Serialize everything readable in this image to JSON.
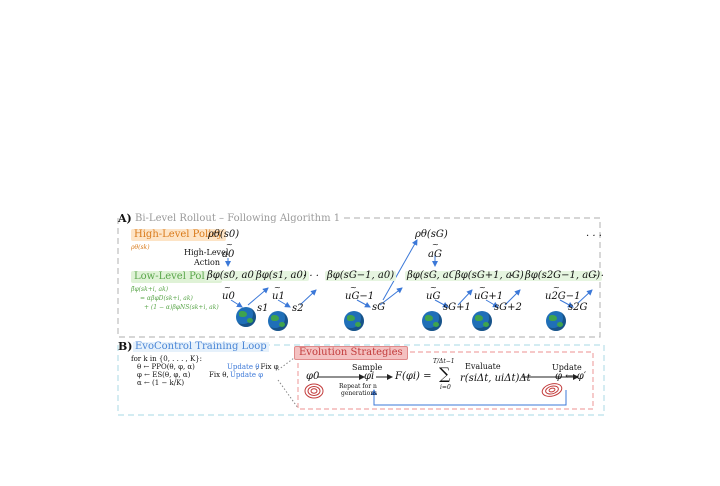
{
  "panelA": {
    "label": "A)",
    "title": "Bi-Level Rollout – Following Algorithm 1",
    "high_level_policy": "High-Level Policy",
    "high_level_action": "High-Level",
    "high_level_action2": "Action",
    "low_level_policy": "Low-Level Policy",
    "rho_s0": "ρθ(s0)",
    "rho_sG": "ρθ(sG)",
    "rho_sk": "ρθ(sk)",
    "a0": "a0",
    "aG": "aG",
    "beta_eq1": "β̃φ(sk+i, ak)",
    "beta_eq2": "= αβφD(sk+i, ak)",
    "beta_eq3": "+ (1 − α)βφNS(sk+i, ak)",
    "betas": [
      "βφ(s0, a0)",
      "βφ(s1, a0)",
      "βφ(sG−1, a0)",
      "βφ(sG, aG)",
      "βφ(sG+1, aG)",
      "βφ(s2G−1, aG)"
    ],
    "us": [
      "u0",
      "u1",
      "uG−1",
      "uG",
      "uG+1",
      "u2G−1"
    ],
    "ss": [
      "s1",
      "s2",
      "sG",
      "sG+1",
      "sG+2",
      "s2G"
    ],
    "dots": "· · ·"
  },
  "panelB": {
    "label": "B)",
    "title": "EvoControl Training Loop",
    "loop_lines": [
      "for k in {0, . . . , K}:",
      "θ ← PPO(θ, φ, α)",
      "φ ← ES(θ, φ, α)",
      "α ← (1 − k/K)"
    ],
    "update_theta": "Update θ",
    "fix_phi": ", Fix φ",
    "fix_theta": "Fix θ,",
    "update_phi": "Update φ",
    "evo_tag": "Evolution Strategies",
    "phi0": "φ0",
    "sample": "Sample",
    "phii": "φi",
    "repeat": "Repeat for n",
    "generations": "generations",
    "F_eq": "F(φi) =",
    "sum_top": "T/Δt−1",
    "sum_bottom": "i=0",
    "evaluate": "Evaluate",
    "reward": "r(siΔt, uiΔt)Δt",
    "update": "Update",
    "phi_update": "φ ← φ′"
  },
  "colors": {
    "orange": "#d97a1a",
    "green": "#5aa64a",
    "blue": "#3b78d8",
    "red": "#c23b3b",
    "gray": "#9a9a9a"
  }
}
